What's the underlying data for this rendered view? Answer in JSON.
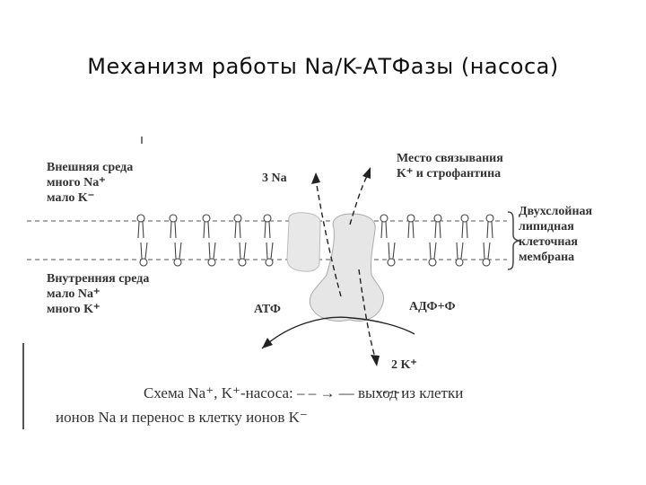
{
  "title": "Механизм работы Na/K-АТФазы (насоса)",
  "outer": [
    "Внешняя среда",
    "много Na⁺",
    "мало K⁻"
  ],
  "inner": [
    "Внутренняя среда",
    "мало Na⁺",
    "много K⁺"
  ],
  "site": [
    "Место связывания",
    "K⁺ и строфантина"
  ],
  "membrane": [
    "Двухслойная",
    "липидная",
    "клеточная",
    "мембрана"
  ],
  "na_label": "3 Na",
  "k_label": "2 K⁺",
  "atp": "АТФ",
  "adp": "АДФ+Ф",
  "caption_line1": "Схема  Na⁺,  K⁺-насоса:  – – → — выход  из  клетки",
  "caption_line2": "ионов Na  и перенос в клетку ионов K⁻"
}
